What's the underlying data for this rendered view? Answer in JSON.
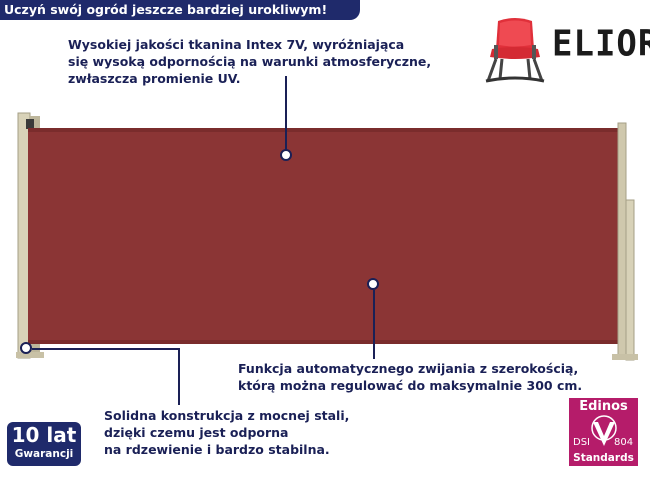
{
  "banner": {
    "title": "Uczyń swój ogród jeszcze bardziej urokliwym!"
  },
  "brand": {
    "name": "ELIOR",
    "logo_icon": "chair-icon"
  },
  "features": {
    "fabric": [
      "Wysokiej jakości tkanina Intex 7V, wyróżniająca",
      "się wysoką odpornością na warunki atmosferyczne,",
      "zwłaszcza promienie UV."
    ],
    "retract": [
      "Funkcja automatycznego zwijania z szerokością,",
      "którą można regulować do maksymalnie 300 cm."
    ],
    "steel": [
      "Solidna konstrukcja z mocnej stali,",
      "dzięki czemu jest odporna",
      "na rdzewienie i bardzo stabilna."
    ]
  },
  "warranty": {
    "big": "10 lat",
    "small": "Gwarancji"
  },
  "certificate": {
    "top": "Edinos",
    "left": "DSI",
    "number": "804",
    "bottom": "Standards"
  },
  "colors": {
    "navy": "#1f2a6b",
    "screen_red": "#8b3535",
    "frame_beige": "#d8d2b8",
    "cert_magenta": "#b51c6a"
  }
}
